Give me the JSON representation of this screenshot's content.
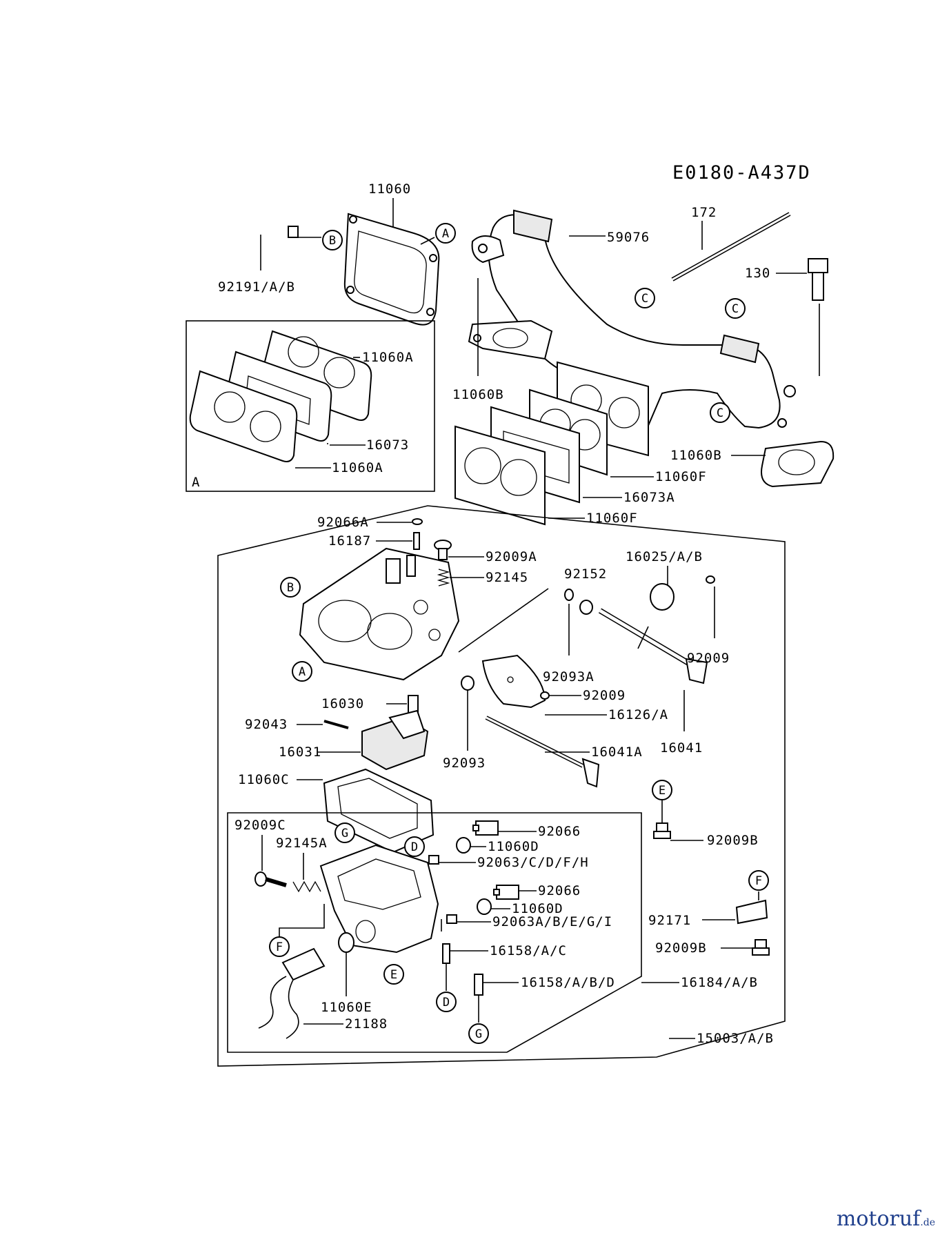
{
  "diagram_code": "E0180-A437D",
  "watermark": {
    "brand": "motoruf",
    "tld": ".de"
  },
  "inset_letter": "A",
  "callouts": {
    "a": "A",
    "b": "B",
    "c": "C",
    "d": "D",
    "e": "E",
    "f": "F",
    "g": "G"
  },
  "parts": {
    "p11060": "11060",
    "p92191": "92191/A/B",
    "p59076": "59076",
    "p172": "172",
    "p130": "130",
    "p11060A_1": "11060A",
    "p16073": "16073",
    "p11060A_2": "11060A",
    "p11060B_1": "11060B",
    "p11060B_2": "11060B",
    "p11060F_1": "11060F",
    "p16073A": "16073A",
    "p11060F_2": "11060F",
    "p92066A": "92066A",
    "p16187": "16187",
    "p92009A": "92009A",
    "p92145": "92145",
    "p92152": "92152",
    "p16025": "16025/A/B",
    "p92009_1": "92009",
    "p92093A": "92093A",
    "p92009_2": "92009",
    "p16126": "16126/A",
    "p16041": "16041",
    "p16030": "16030",
    "p92043": "92043",
    "p16031": "16031",
    "p92093": "92093",
    "p16041A": "16041A",
    "p11060C": "11060C",
    "p92009C": "92009C",
    "p92145A": "92145A",
    "p92066_1": "92066",
    "p11060D_1": "11060D",
    "p92063_1": "92063/C/D/F/H",
    "p92066_2": "92066",
    "p11060D_2": "11060D",
    "p92063_2": "92063A/B/E/G/I",
    "p16158_1": "16158/A/C",
    "p16158_2": "16158/A/B/D",
    "p16184": "16184/A/B",
    "p11060E": "11060E",
    "p21188": "21188",
    "p92009B_1": "92009B",
    "p92171": "92171",
    "p92009B_2": "92009B",
    "p15003": "15003/A/B"
  }
}
